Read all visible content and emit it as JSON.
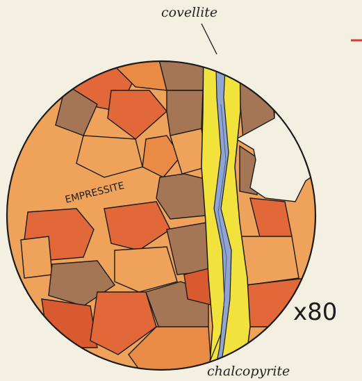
{
  "labels": {
    "top_mineral": "covellite",
    "bottom_mineral": "chalcopyrite",
    "host_mineral": "EMPRESSITE",
    "magnification": "x80"
  },
  "colors": {
    "paper": "#f4f0e1",
    "orange_light": "#eea25a",
    "orange_mid": "#e98a45",
    "orange_red": "#e2683a",
    "red_deep": "#d95a2e",
    "brown": "#a57656",
    "brown_dark": "#8b5e43",
    "vein_yellow": "#f2e23c",
    "vein_blue": "#8fa4cf",
    "outline": "#1a1a1a",
    "red_mark": "#d83a3a"
  }
}
